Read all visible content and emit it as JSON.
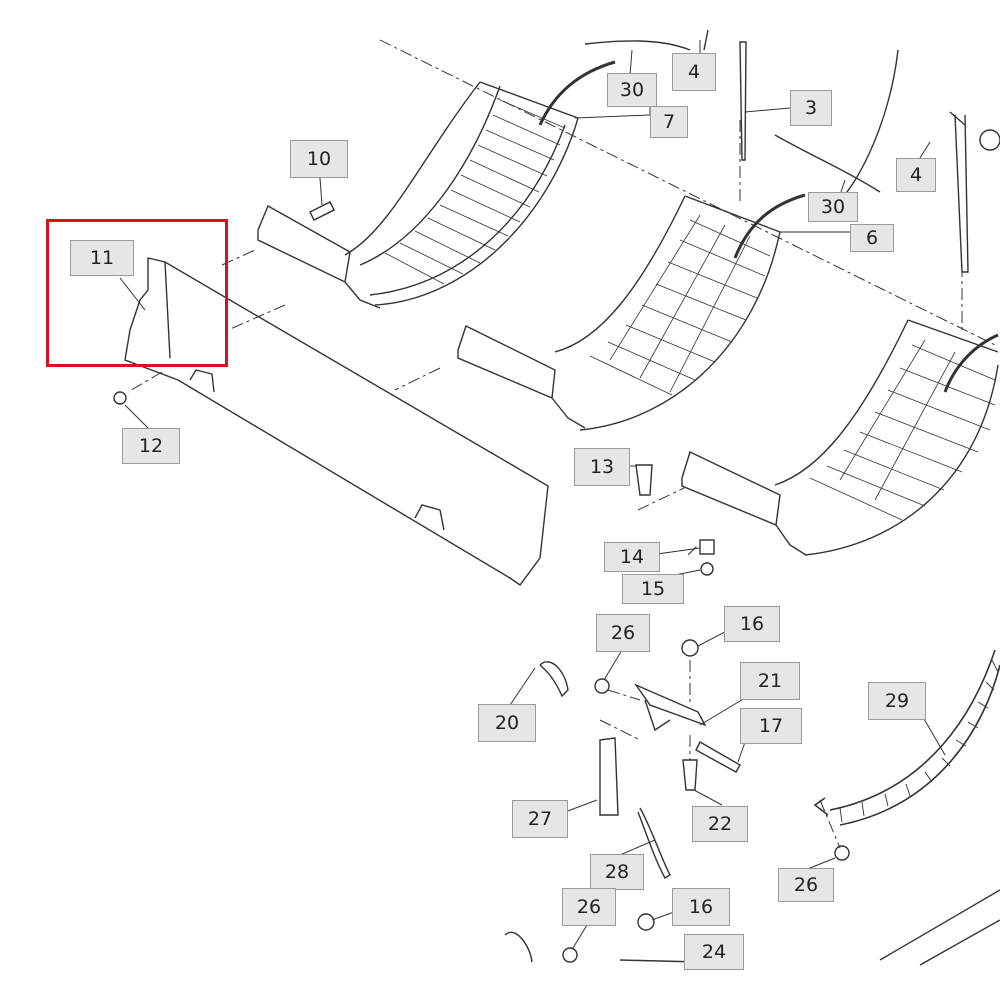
{
  "diagram": {
    "highlight_color": "#d4141c",
    "callout_fill": "#e6e6e6",
    "highlighted_part": "11",
    "callouts": [
      "30",
      "4",
      "7",
      "3",
      "10",
      "4",
      "30",
      "6",
      "11",
      "12",
      "13",
      "14",
      "15",
      "26",
      "16",
      "21",
      "20",
      "17",
      "29",
      "27",
      "22",
      "28",
      "26",
      "26",
      "16",
      "24"
    ]
  }
}
